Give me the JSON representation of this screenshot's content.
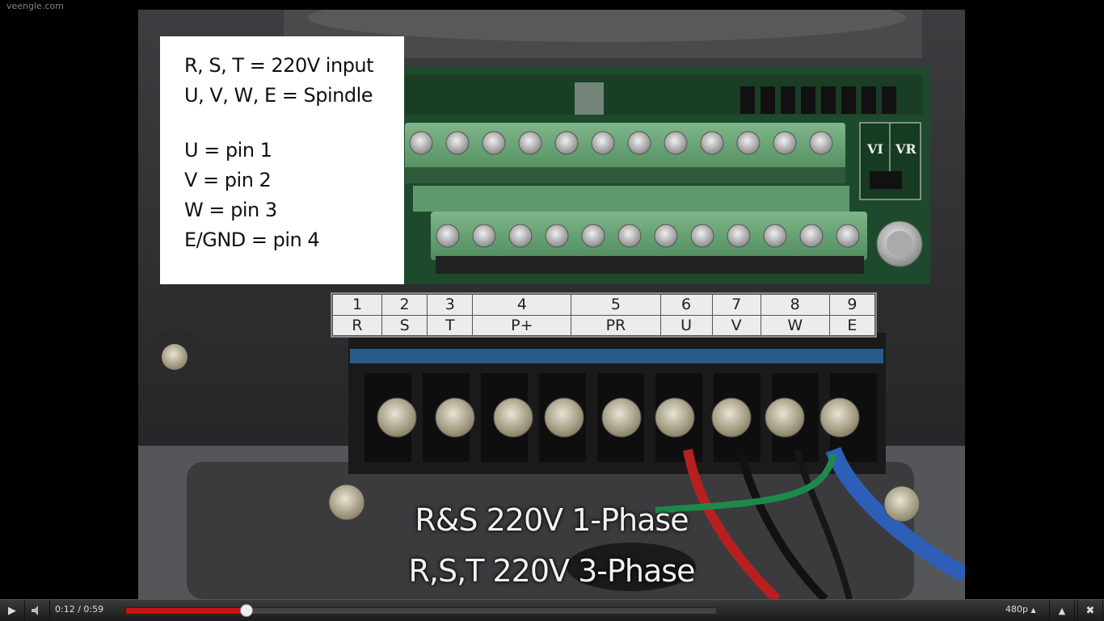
{
  "watermark": "veengle.com",
  "notes": {
    "line1": "R, S, T = 220V input",
    "line2": "U, V, W, E = Spindle",
    "line3": "U = pin 1",
    "line4": "V = pin 2",
    "line5": "W = pin 3",
    "line6": "E/GND = pin 4"
  },
  "terminal_label": {
    "numbers": [
      "1",
      "2",
      "3",
      "4",
      "5",
      "6",
      "7",
      "8",
      "9"
    ],
    "names": [
      "R",
      "S",
      "T",
      "P+",
      "PR",
      "U",
      "V",
      "W",
      "E"
    ]
  },
  "board_labels": {
    "vi": "VI",
    "vr": "VR"
  },
  "subtitles": {
    "line1": "R&S 220V 1-Phase",
    "line2": "R,S,T 220V 3-Phase"
  },
  "player": {
    "current_time": "0:12",
    "duration": "0:59",
    "time_display": "0:12 / 0:59",
    "progress": 0.203,
    "quality": "480p",
    "icons": [
      "play-icon",
      "volume-icon",
      "quality-up-icon",
      "popout-icon",
      "close-icon"
    ]
  }
}
